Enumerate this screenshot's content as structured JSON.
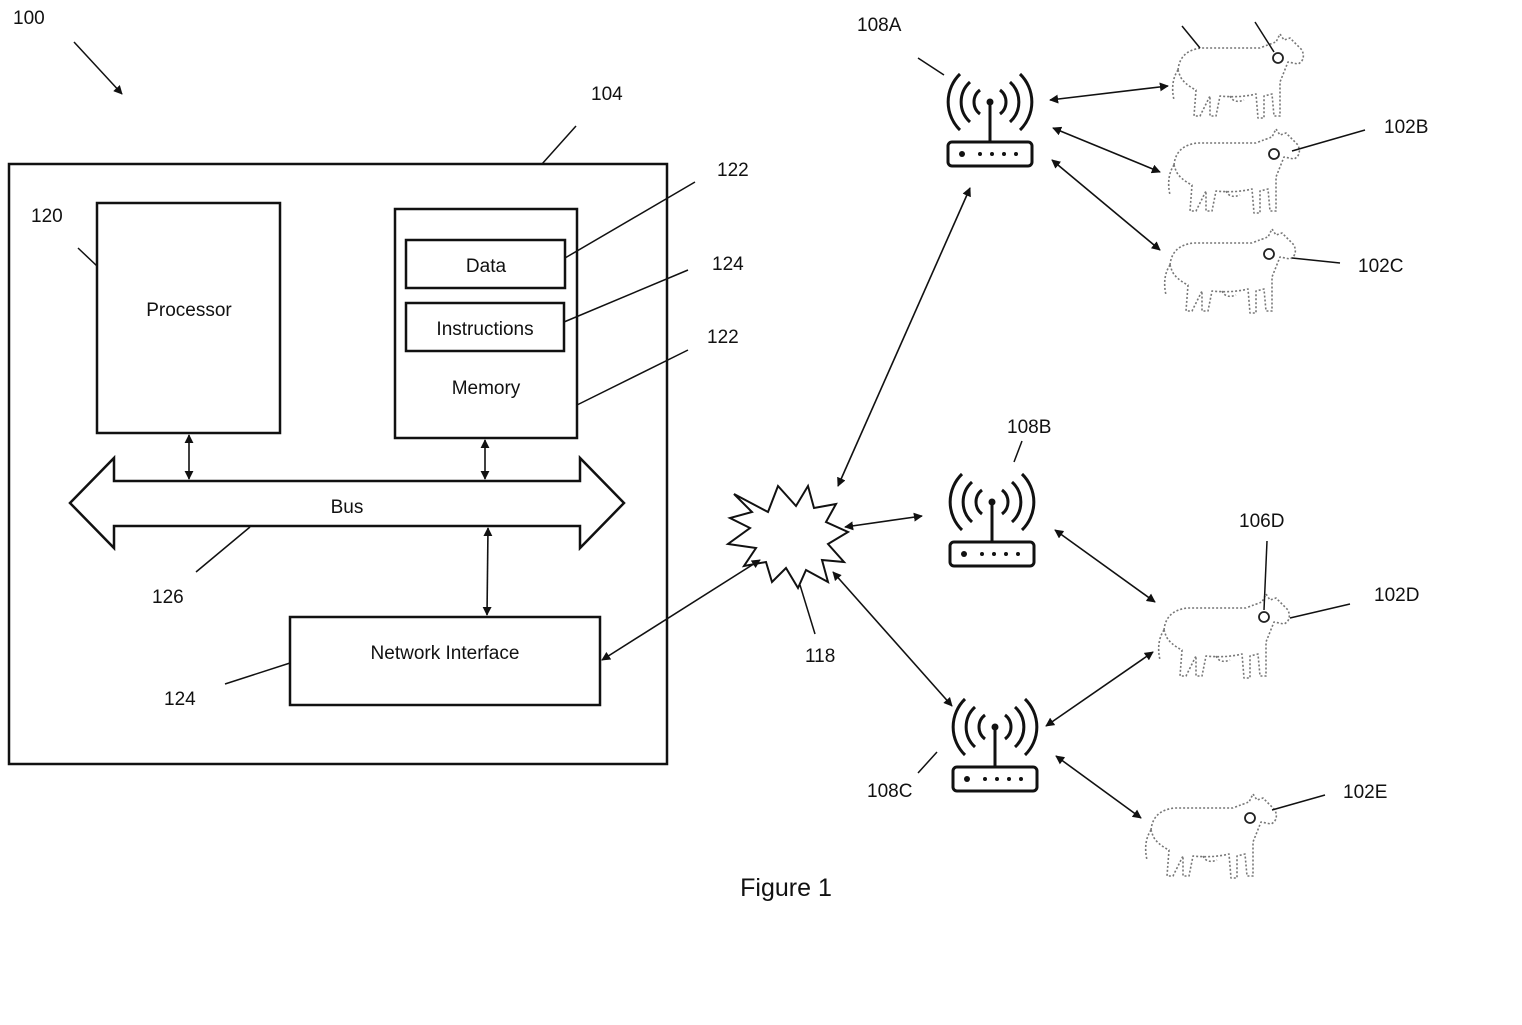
{
  "labels": {
    "system": "100",
    "computer": "104",
    "processor_ref": "120",
    "processor": "Processor",
    "data_ref": "122",
    "data": "Data",
    "instructions_ref": "124",
    "instructions": "Instructions",
    "memory_ref": "122",
    "memory": "Memory",
    "bus": "Bus",
    "bus_ref": "126",
    "network_interface": "Network Interface",
    "network_interface_ref": "124",
    "network_ref": "118",
    "base_station_a": "108A",
    "base_station_b": "108B",
    "base_station_c": "108C",
    "animal_b": "102B",
    "animal_c": "102C",
    "animal_d": "102D",
    "tag_d": "106D",
    "animal_e": "102E"
  },
  "caption": "Figure 1",
  "colors": {
    "ink": "#111111",
    "cow_outline": "#777777"
  }
}
